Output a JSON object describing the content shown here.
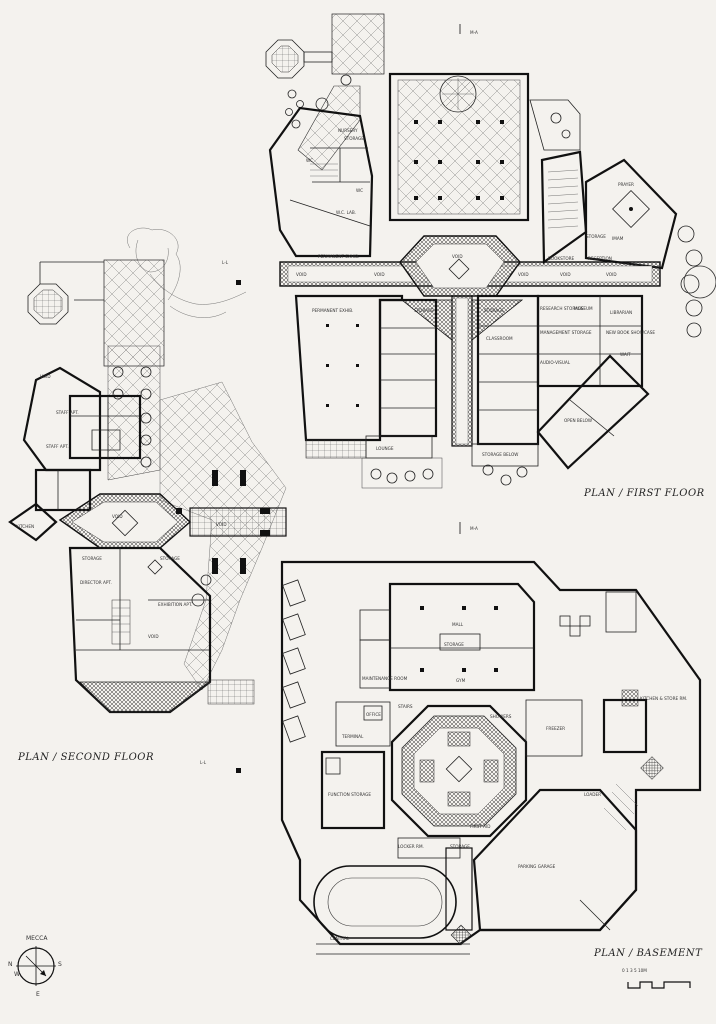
{
  "plans": {
    "first_floor": {
      "title": "PLAN / FIRST FLOOR",
      "section_marker": "M-A",
      "rooms": {
        "nursery": "NURSERY",
        "storage_top": "STORAGE",
        "wc_top": "WC",
        "wc_bot": "WC",
        "wc_lab": "W.C. LAB.",
        "permanent_exhibit": "PERMANENT EXHIB.",
        "permanent_exhibit_2": "PERMANENT EXHIB.",
        "void_1": "VOID",
        "void_2": "VOID",
        "void_3": "VOID",
        "void_4": "VOID",
        "void_5": "VOID",
        "void_6": "VOID",
        "prayer": "PRAYER",
        "imam": "IMAM",
        "bookstore": "BOOKSTORE",
        "reception": "RECEPTION",
        "storage_1": "STORAGE",
        "storage_2": "STORAGE",
        "storage_3": "STORAGE",
        "research_storage": "RESEARCH STORAGE",
        "museum": "MUSEUM",
        "management": "MANAGEMENT STORAGE",
        "classroom": "CLASSROOM",
        "audio_visual": "AUDIO-VISUAL",
        "librarian": "LIBRARIAN",
        "new_book": "NEW BOOK SHOWCASE",
        "wait": "WAIT",
        "open_below": "OPEN BELOW",
        "storage_below": "STORAGE BELOW",
        "lounge": "LOUNGE"
      }
    },
    "second_floor": {
      "title": "PLAN / SECOND FLOOR",
      "section_marker": "L-L",
      "rooms": {
        "void_1": "VOID",
        "void_2": "VOID",
        "void_3": "VOID",
        "void_4": "VOID",
        "staff_apt": "STAFF APT.",
        "staff_apt_2": "STAFF APT.",
        "kitchen": "KITCHEN",
        "storage_1": "STORAGE",
        "storage_2": "STORAGE",
        "director_apt": "DIRECTOR APT.",
        "exhibition": "EXHIBITION APT."
      }
    },
    "basement": {
      "title": "PLAN / BASEMENT",
      "section_marker": "M-A",
      "scale_text": "0 1 3 5   10M",
      "rooms": {
        "mall": "MALL",
        "storage_1": "STORAGE",
        "gym": "GYM",
        "maintenance": "MAINTENANCE ROOM",
        "office": "OFFICE",
        "terminal": "TERMINAL",
        "stairs": "STAIRS",
        "showers": "SHOWERS",
        "locker": "LOCKER RM.",
        "storage_2": "STORAGE",
        "parking": "PARKING GARAGE",
        "function_storage": "FUNCTION STORAGE",
        "freezer": "FREEZER",
        "first_aid": "FIRST AID",
        "kitchen": "KITCHEN & STORE RM.",
        "loader": "LOADER",
        "central": "CENTRAL"
      }
    }
  },
  "compass": {
    "label": "MECCA",
    "n": "N",
    "s": "S",
    "e": "E",
    "w": "W"
  }
}
